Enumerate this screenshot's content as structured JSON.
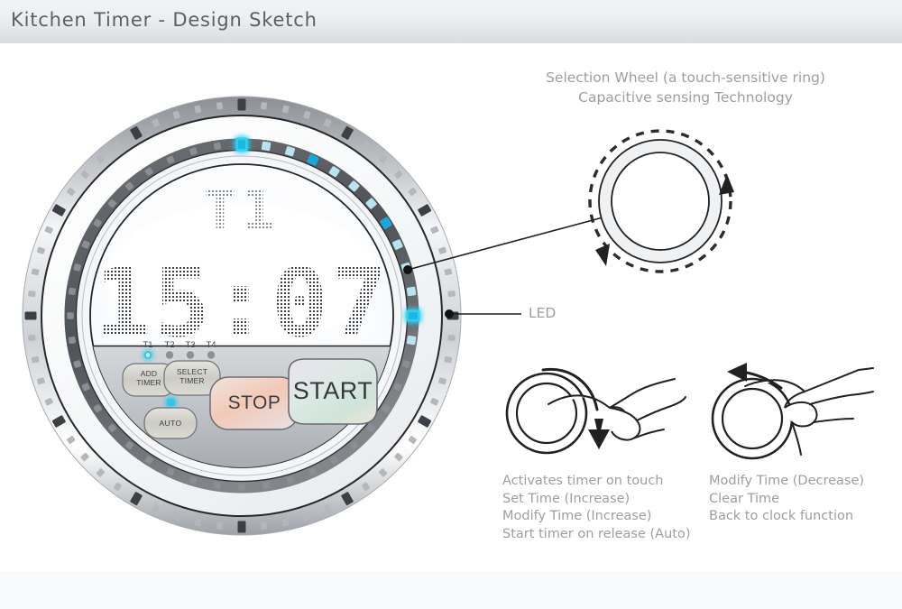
{
  "header": {
    "title": "Kitchen Timer - Design Sketch"
  },
  "device": {
    "display": {
      "timer_label": "T1",
      "time_value": "15:07"
    },
    "indicators": {
      "labels": [
        "T1",
        "T2",
        "T3",
        "T4"
      ],
      "active_index": 0,
      "active_color": "#2ec8ef",
      "inactive_color": "#8d9095"
    },
    "buttons": {
      "add_timer_line1": "ADD",
      "add_timer_line2": "TIMER",
      "select_timer_line1": "SELECT",
      "select_timer_line2": "TIMER",
      "auto": "AUTO",
      "stop": "STOP",
      "start": "START"
    },
    "ring": {
      "led_on_color": "#18a8e0",
      "led_glow_color": "#2ad2f5",
      "led_dim_color": "#b9e4ef",
      "bezel_color": "#5f6368"
    }
  },
  "annotations": {
    "wheel_line1": "Selection Wheel (a touch-sensitive ring)",
    "wheel_line2": "Capacitive sensing Technology",
    "led_label": "LED"
  },
  "gestures": {
    "left": {
      "lines": [
        "Activates timer on touch",
        "Set Time (Increase)",
        "Modify Time (Increase)",
        "Start timer on release (Auto)"
      ]
    },
    "right": {
      "lines": [
        "Modify Time (Decrease)",
        "Clear Time",
        "Back to clock function"
      ]
    }
  }
}
